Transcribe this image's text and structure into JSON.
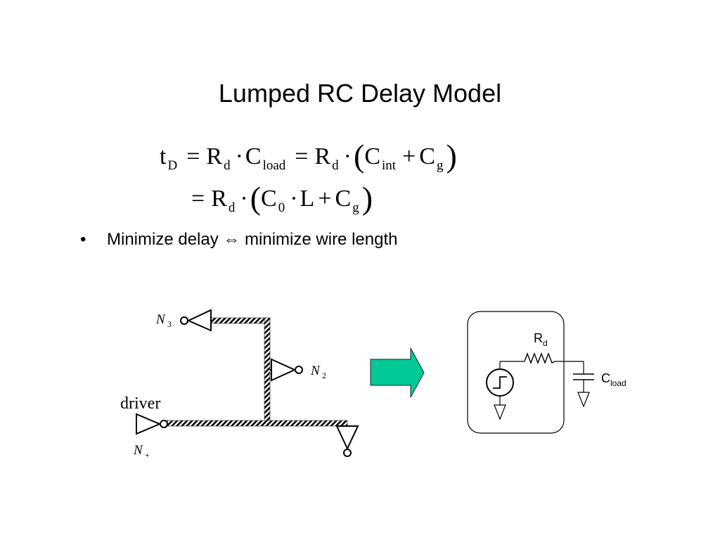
{
  "title": "Lumped RC Delay Model",
  "equation": {
    "line1": {
      "t": "t",
      "t_sub": "D",
      "eq1": "=",
      "r1": "R",
      "r1_sub": "d",
      "dot1": "·",
      "c1": "C",
      "c1_sub": "load",
      "eq2": "=",
      "r2": "R",
      "r2_sub": "d",
      "dot2": "·",
      "lparen": "(",
      "c2": "C",
      "c2_sub": "int",
      "plus": "+",
      "c3": "C",
      "c3_sub": "g",
      "rparen": ")"
    },
    "line2": {
      "eq": "=",
      "r": "R",
      "r_sub": "d",
      "dot1": "·",
      "lparen": "(",
      "c0": "C",
      "c0_sub": "0",
      "dot2": "·",
      "l": "L",
      "plus": "+",
      "cg": "C",
      "cg_sub": "g",
      "rparen": ")"
    }
  },
  "bullet": {
    "marker": "•",
    "text": "Minimize delay ⇔ minimize wire length"
  },
  "diagram": {
    "wire_tree": {
      "driver_label": "driver",
      "n1": "N",
      "n1_sub": "+",
      "n2": "N",
      "n2_sub": "2",
      "n3": "N",
      "n3_sub": "3"
    },
    "arrow_color": "#00c896",
    "equivalent": {
      "rd": "R",
      "rd_sub": "d",
      "cload": "C",
      "cload_sub": "load"
    }
  }
}
